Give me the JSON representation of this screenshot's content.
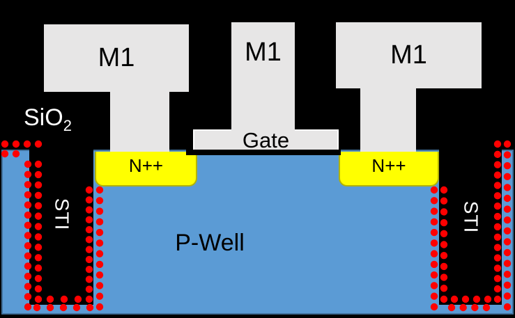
{
  "labels": {
    "m1_left": "M1",
    "m1_center": "M1",
    "m1_right": "M1",
    "gate": "Gate",
    "sio2_base": "SiO",
    "sio2_sub": "2",
    "nplus_left": "N++",
    "nplus_right": "N++",
    "pwell": "P-Well",
    "sti_left": "STI",
    "sti_right": "STI"
  },
  "colors": {
    "background": "#000000",
    "metal": "#E7E6E6",
    "metal_outline": "#FFFFFF",
    "silicon": "#5B9BD5",
    "silicon_outline": "#41719C",
    "nplus": "#FFFF00",
    "nplus_outline": "#B3B300",
    "oxide": "#000000",
    "liner_dots": "#FF0000",
    "text_dark": "#000000",
    "text_light": "#FFFFFF"
  }
}
